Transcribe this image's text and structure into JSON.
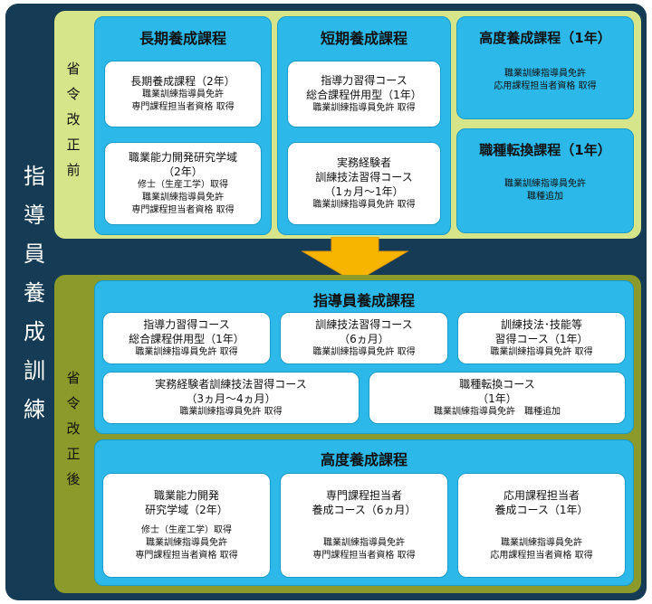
{
  "side_title": [
    "指",
    "導",
    "員",
    "養",
    "成",
    "訓",
    "練"
  ],
  "before": {
    "label": [
      "省",
      "令",
      "改",
      "正",
      "前"
    ],
    "long_term": {
      "title": "長期養成課程",
      "cards": [
        {
          "lines": [
            "長期養成課程（2年）"
          ],
          "sub": [
            "職業訓練指導員免許",
            "専門課程担当者資格 取得"
          ]
        },
        {
          "lines": [
            "職業能力開発研究学域",
            "（2年）"
          ],
          "sub": [
            "修士（生産工学）取得",
            "職業訓練指導員免許",
            "専門課程担当者資格 取得"
          ]
        }
      ]
    },
    "short_term": {
      "title": "短期養成課程",
      "cards": [
        {
          "lines": [
            "指導力習得コース",
            "総合課程併用型（1年）"
          ],
          "sub": [
            "職業訓練指導員免許 取得"
          ]
        },
        {
          "lines": [
            "実務経験者",
            "訓練技法習得コース",
            "（1ヵ月～1年）"
          ],
          "sub": [
            "職業訓練指導員免許 取得"
          ]
        }
      ]
    },
    "advanced": {
      "title": "高度養成課程（1年）",
      "desc": [
        "職業訓練指導員免許",
        "応用課程担当者資格 取得"
      ]
    },
    "conversion": {
      "title": "職種転換課程（1年）",
      "desc": [
        "職業訓練指導員免許",
        "職種追加"
      ]
    }
  },
  "after": {
    "label": [
      "省",
      "令",
      "改",
      "正",
      "後"
    ],
    "instructor": {
      "title": "指導員養成課程",
      "row1": [
        {
          "lines": [
            "指導力習得コース",
            "総合課程併用型（1年）"
          ],
          "sub": [
            "職業訓練指導員免許 取得"
          ]
        },
        {
          "lines": [
            "訓練技法習得コース",
            "（6ヵ月）"
          ],
          "sub": [
            "職業訓練指導員免許 取得"
          ]
        },
        {
          "lines": [
            "訓練技法･技能等",
            "習得コース（1年）"
          ],
          "sub": [
            "職業訓練指導員免許 取得"
          ]
        }
      ],
      "row2": [
        {
          "lines": [
            "実務経験者訓練技法習得コース",
            "（3ヵ月～4ヵ月）"
          ],
          "sub": [
            "職業訓練指導員免許 取得"
          ]
        },
        {
          "lines": [
            "職種転換コース",
            "（1年）"
          ],
          "sub": [
            "職業訓練指導員免許　職種追加"
          ]
        }
      ]
    },
    "advanced": {
      "title": "高度養成課程",
      "cards": [
        {
          "lines": [
            "職業能力開発",
            "研究学域（2年）"
          ],
          "sub": [
            "修士（生産工学）取得",
            "職業訓練指導員免許",
            "専門課程担当者資格 取得"
          ]
        },
        {
          "lines": [
            "専門課程担当者",
            "養成コース（6ヵ月）"
          ],
          "sub": [
            "職業訓練指導員免許",
            "専門課程担当者資格 取得"
          ]
        },
        {
          "lines": [
            "応用課程担当者",
            "養成コース（1年）"
          ],
          "sub": [
            "職業訓練指導員免許",
            "応用課程担当者資格 取得"
          ]
        }
      ]
    }
  },
  "colors": {
    "frame": "#153c54",
    "before_panel": "#d6e48a",
    "after_panel": "#8b9a2a",
    "box": "#2cb8e8",
    "arrow": "#f7b500"
  }
}
